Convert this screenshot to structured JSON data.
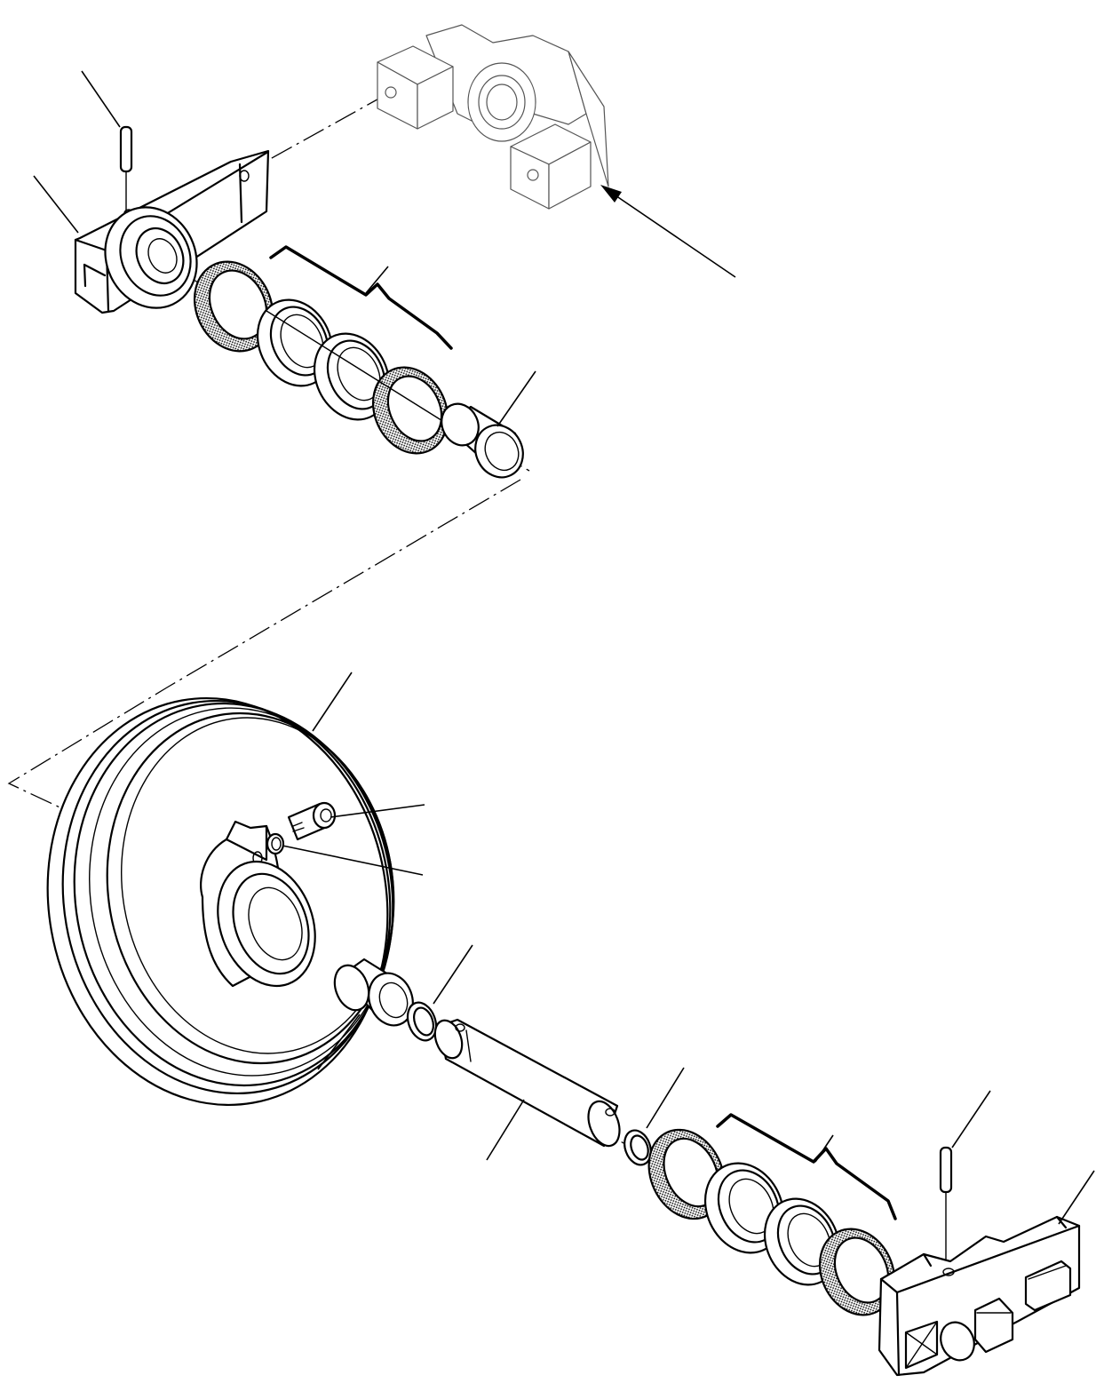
{
  "image": {
    "width": 1234,
    "height": 1557,
    "background": "#ffffff",
    "ink": "#000000"
  },
  "diagram": {
    "kind": "exploded-parts-view",
    "parts": [
      {
        "name": "upper-bracket",
        "icon": "bracket-block-icon"
      },
      {
        "name": "upper-roll-pin",
        "icon": "pin-icon"
      },
      {
        "name": "upper-seal-group",
        "icon": "seal-ring-icon"
      },
      {
        "name": "upper-bushing",
        "icon": "bushing-icon"
      },
      {
        "name": "yoke-housing",
        "icon": "yoke-icon"
      },
      {
        "name": "idler-wheel",
        "icon": "wheel-icon"
      },
      {
        "name": "cap-screw",
        "icon": "screw-icon"
      },
      {
        "name": "plug-o-ring",
        "icon": "o-ring-icon"
      },
      {
        "name": "wheel-bushing",
        "icon": "bushing-icon"
      },
      {
        "name": "shaft-o-ring-inner",
        "icon": "o-ring-icon"
      },
      {
        "name": "idler-shaft",
        "icon": "shaft-icon"
      },
      {
        "name": "shaft-o-ring-outer",
        "icon": "o-ring-icon"
      },
      {
        "name": "lower-seal-group",
        "icon": "seal-ring-icon"
      },
      {
        "name": "lower-roll-pin",
        "icon": "pin-icon"
      },
      {
        "name": "lower-bracket",
        "icon": "bracket-block-icon"
      }
    ]
  }
}
